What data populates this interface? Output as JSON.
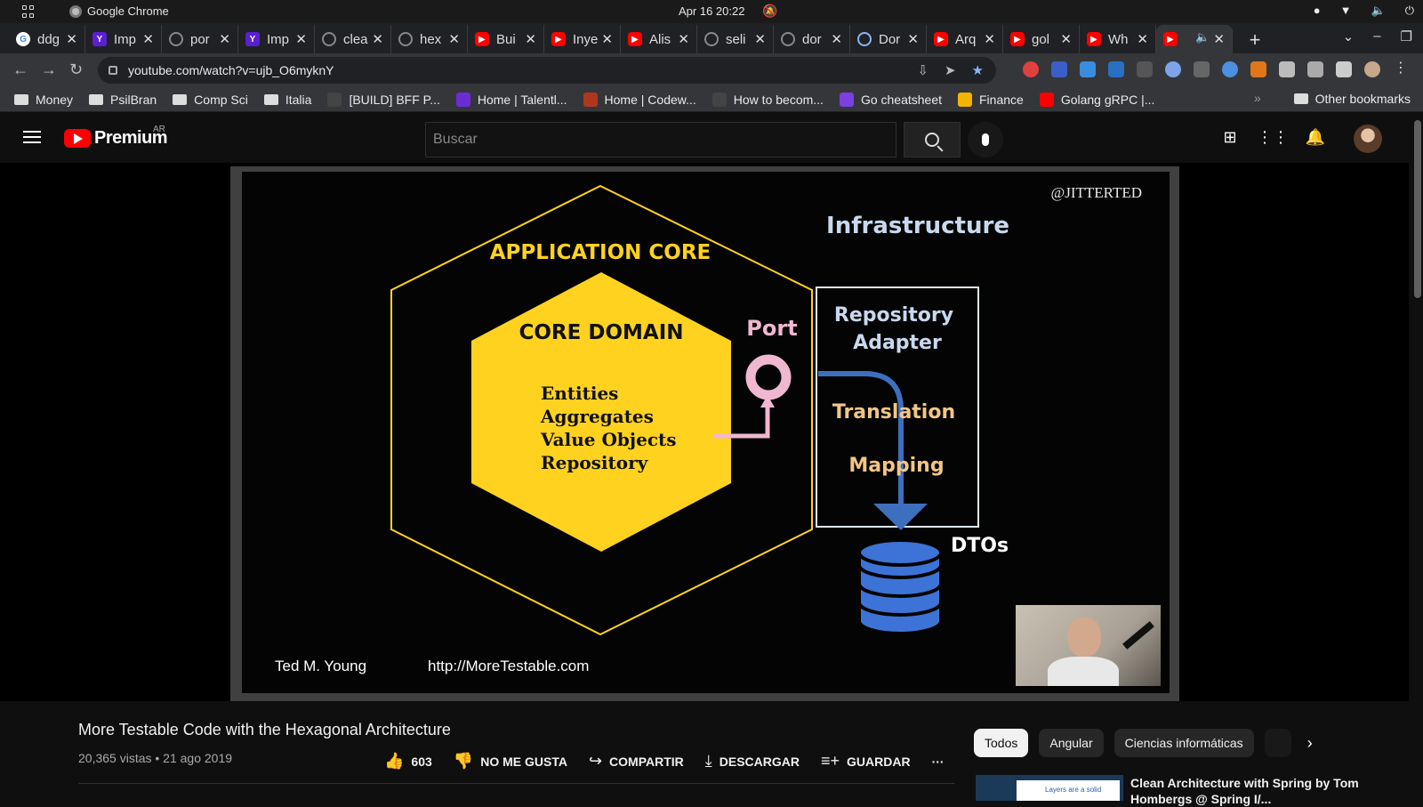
{
  "os": {
    "app_name": "Google Chrome",
    "clock": "Apr 16  20:22"
  },
  "browser": {
    "tabs": [
      {
        "title": "ddg",
        "icon": "google-icon"
      },
      {
        "title": "Imp",
        "icon": "yahoo-icon"
      },
      {
        "title": "por",
        "icon": "github-icon"
      },
      {
        "title": "Imp",
        "icon": "yahoo-icon"
      },
      {
        "title": "clea",
        "icon": "github-icon"
      },
      {
        "title": "hex",
        "icon": "github-icon"
      },
      {
        "title": "Bui",
        "icon": "youtube-icon"
      },
      {
        "title": "Inye",
        "icon": "youtube-icon"
      },
      {
        "title": "Alis",
        "icon": "youtube-icon"
      },
      {
        "title": "seli",
        "icon": "github-icon"
      },
      {
        "title": "dor",
        "icon": "github-icon"
      },
      {
        "title": "Dor",
        "icon": "search-icon"
      },
      {
        "title": "Arq",
        "icon": "youtube-icon"
      },
      {
        "title": "gol",
        "icon": "youtube-icon"
      },
      {
        "title": "Wh",
        "icon": "youtube-icon"
      },
      {
        "title": "",
        "icon": "youtube-icon",
        "active": true
      }
    ],
    "url": "youtube.com/watch?v=ujb_O6myknY",
    "bookmarks": [
      {
        "label": "Money",
        "type": "folder"
      },
      {
        "label": "PsilBran",
        "type": "folder"
      },
      {
        "label": "Comp Sci",
        "type": "folder"
      },
      {
        "label": "Italia",
        "type": "folder"
      },
      {
        "label": "[BUILD] BFF P...",
        "type": "link",
        "color": "#444444"
      },
      {
        "label": "Home | Talentl...",
        "type": "link",
        "color": "#6c2bd9"
      },
      {
        "label": "Home | Codew...",
        "type": "link",
        "color": "#b1361e"
      },
      {
        "label": "How to becom...",
        "type": "link",
        "color": "#444444"
      },
      {
        "label": "Go cheatsheet",
        "type": "link",
        "color": "#7b3fe4"
      },
      {
        "label": "Finance",
        "type": "link",
        "color": "#f4b400"
      },
      {
        "label": "Golang gRPC |...",
        "type": "link",
        "color": "#ff0000"
      }
    ],
    "bookmarks_more": "»",
    "other_bookmarks": "Other bookmarks"
  },
  "youtube": {
    "logo_text": "Premium",
    "region": "AR",
    "search_placeholder": "Buscar"
  },
  "slide": {
    "handle": "@JITTERTED",
    "infrastructure": "Infrastructure",
    "application_core": "APPLICATION CORE",
    "core_domain": "CORE DOMAIN",
    "domain_items": [
      "Entities",
      "Aggregates",
      "Value Objects",
      "Repository"
    ],
    "port": "Port",
    "adapter_line1": "Repository",
    "adapter_line2": "Adapter",
    "translation": "Translation",
    "mapping": "Mapping",
    "dtos": "DTOs",
    "author": "Ted M. Young",
    "website": "http://MoreTestable.com"
  },
  "video": {
    "title": "More Testable Code with the Hexagonal Architecture",
    "meta": "20,365 vistas • 21 ago 2019",
    "likes": "603",
    "dislike": "NO ME GUSTA",
    "share": "COMPARTIR",
    "download": "DESCARGAR",
    "save": "GUARDAR",
    "more": "···"
  },
  "chips": [
    "Todos",
    "Angular",
    "Ciencias informáticas"
  ],
  "recommendation": {
    "thumb_text": "Layers are a solid",
    "title": "Clean Architecture with Spring by Tom Hombergs @ Spring I/..."
  },
  "colors": {
    "yellow": "#ffd21f",
    "port_pink": "#f0b8d0",
    "adapter_blue": "#3d6fbf",
    "translation_orange": "#f3c585",
    "slide_text": "#c8d9ee"
  }
}
